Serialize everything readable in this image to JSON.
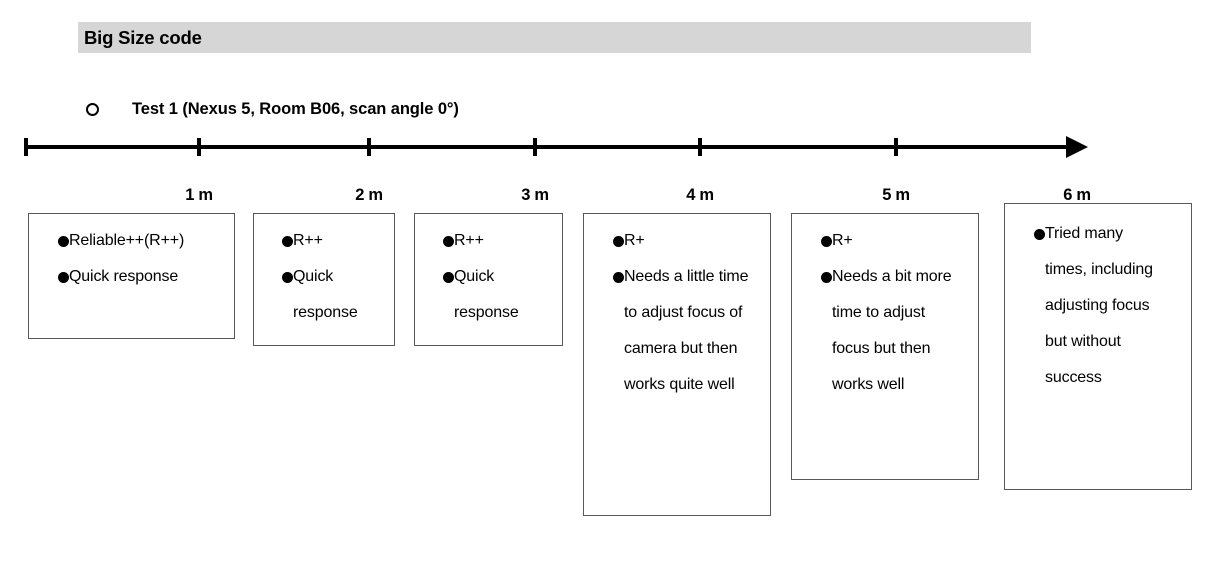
{
  "header": {
    "title": "Big Size code",
    "band_color": "#d6d6d6"
  },
  "subtitle": {
    "marker": "hollow-circle",
    "text": "Test 1 (Nexus 5, Room B06, scan angle 0°)"
  },
  "axis": {
    "orientation": "horizontal",
    "arrow": "right",
    "tick_labels": [
      "1 m",
      "2 m",
      "3 m",
      "4 m",
      "5 m",
      "6 m"
    ]
  },
  "boxes": [
    {
      "distance": "1 m",
      "items": [
        "Reliable++(R++)",
        "Quick response"
      ]
    },
    {
      "distance": "2 m",
      "items": [
        "R++",
        "Quick response"
      ]
    },
    {
      "distance": "3 m",
      "items": [
        "R++",
        "Quick response"
      ]
    },
    {
      "distance": "4 m",
      "items": [
        "R+",
        "Needs a little time to adjust focus of camera but then works quite well"
      ]
    },
    {
      "distance": "5 m",
      "items": [
        "R+",
        "Needs a bit more time to adjust focus but then works well"
      ]
    },
    {
      "distance": "6 m",
      "items": [
        "Tried many times, including adjusting focus but without success"
      ]
    }
  ]
}
